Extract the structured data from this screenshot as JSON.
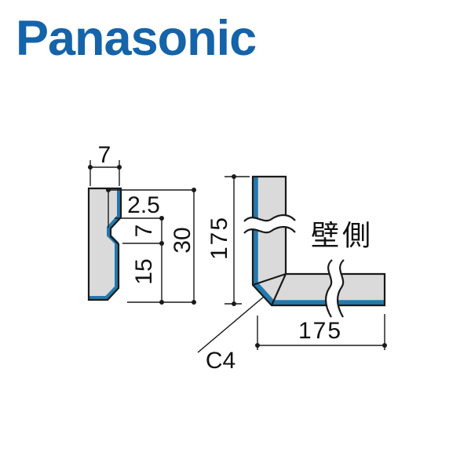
{
  "brand": {
    "logo_text": "Panasonic"
  },
  "colors": {
    "logo_blue": "#1563a9",
    "edge_blue": "#2379ad",
    "body_gray": "#dadada",
    "line_black": "#1a1a1a"
  },
  "figure": {
    "type": "technical-drawing",
    "profile_section": {
      "dim_width": "7",
      "dim_step_top": "2.5",
      "dim_step_mid": "7",
      "dim_step_bottom": "15",
      "dim_total_height": "30"
    },
    "corner_plan": {
      "dim_vertical": "175",
      "dim_horizontal": "175",
      "chamfer_label": "C4",
      "wall_side_label": "壁側"
    }
  }
}
